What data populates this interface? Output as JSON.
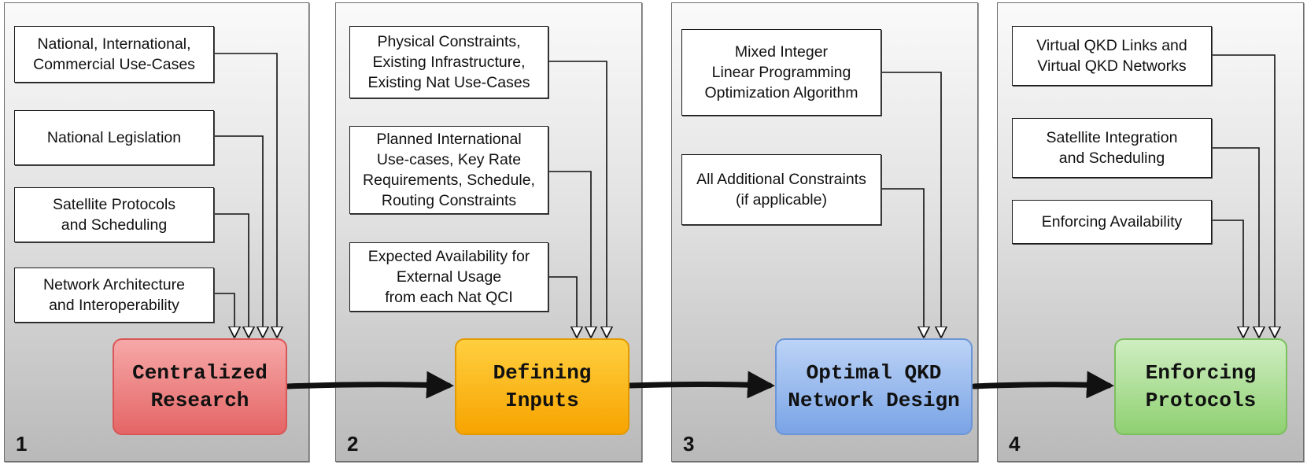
{
  "panels": [
    {
      "number": "1",
      "inputs": [
        "National, International,\nCommercial Use-Cases",
        "National Legislation",
        "Satellite Protocols\nand Scheduling",
        "Network Architecture\nand Interoperability"
      ],
      "stage": {
        "label": "Centralized\nResearch",
        "color": "#e56565"
      }
    },
    {
      "number": "2",
      "inputs": [
        "Physical Constraints,\nExisting Infrastructure,\nExisting Nat Use-Cases",
        "Planned International\nUse-cases, Key Rate\nRequirements, Schedule,\nRouting Constraints",
        "Expected Availability for\nExternal Usage\nfrom each Nat QCI"
      ],
      "stage": {
        "label": "Defining\nInputs",
        "color": "#f7a400"
      }
    },
    {
      "number": "3",
      "inputs": [
        "Mixed Integer\nLinear Programming\nOptimization Algorithm",
        "All Additional Constraints\n(if applicable)"
      ],
      "stage": {
        "label": "Optimal QKD\nNetwork Design",
        "color": "#7aa4e6"
      }
    },
    {
      "number": "4",
      "inputs": [
        "Virtual QKD Links and\nVirtual QKD Networks",
        "Satellite Integration\nand Scheduling",
        "Enforcing Availability"
      ],
      "stage": {
        "label": "Enforcing\nProtocols",
        "color": "#8fd071"
      }
    }
  ]
}
